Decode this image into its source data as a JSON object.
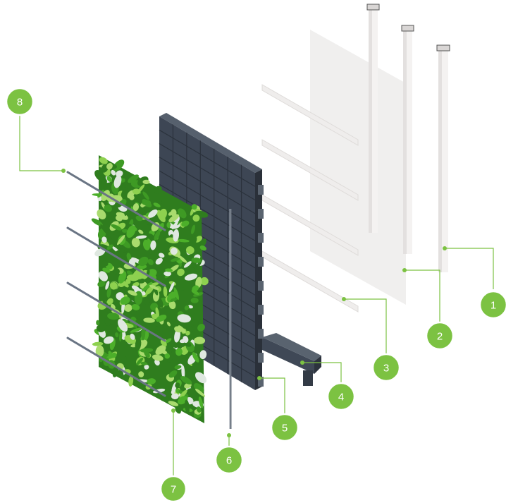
{
  "colors": {
    "accent": "#7cc242",
    "accent_ring": "#ffffff",
    "panel": "#3d4654",
    "post": "#f1efee",
    "sheet": "#e9e7e6",
    "plant_dark": "#2f7d1e",
    "plant_mid": "#4caf2a",
    "plant_light": "#8ed14f"
  },
  "callouts": [
    {
      "number": "1"
    },
    {
      "number": "2"
    },
    {
      "number": "3"
    },
    {
      "number": "4"
    },
    {
      "number": "5"
    },
    {
      "number": "6"
    },
    {
      "number": "7"
    },
    {
      "number": "8"
    }
  ]
}
